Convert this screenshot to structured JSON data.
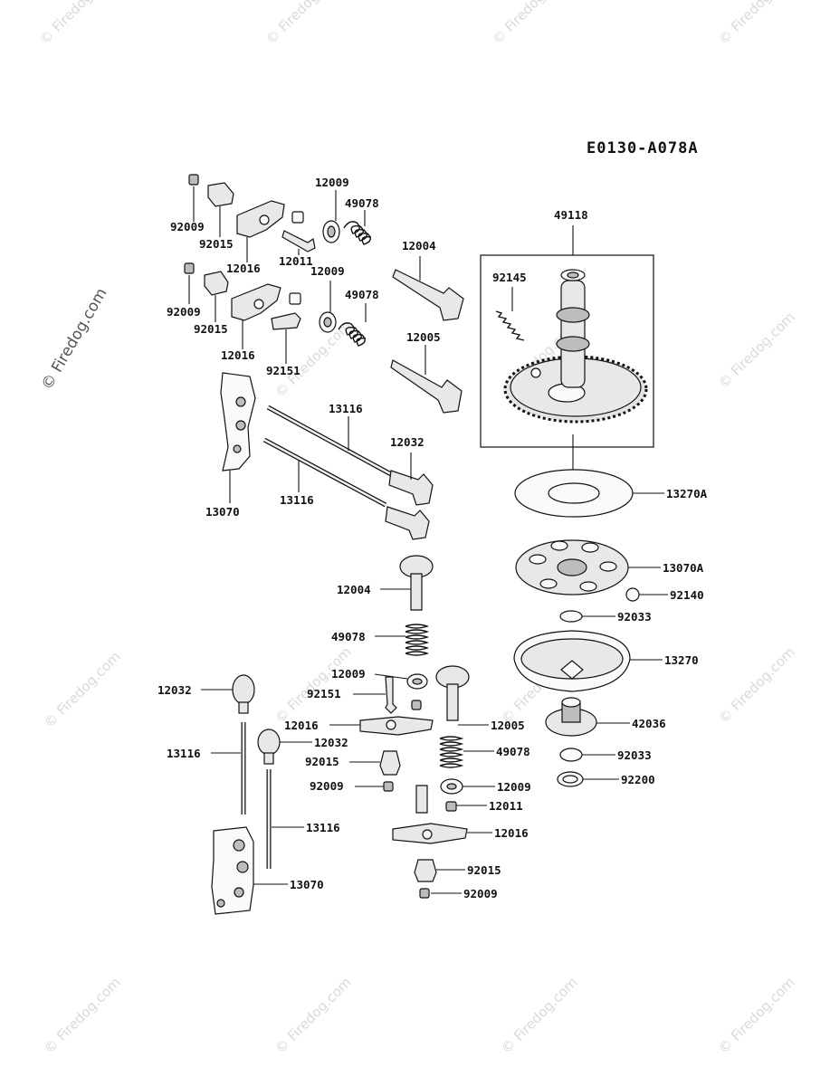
{
  "diagram": {
    "code": "E0130-A078A",
    "watermark_text": "© Firedog.com",
    "labels": {
      "p92009_a": "92009",
      "p92015_a": "92015",
      "p12016_a": "12016",
      "p12009_a": "12009",
      "p49078_a": "49078",
      "p12011_a": "12011",
      "p12004_a": "12004",
      "p12009_b": "12009",
      "p49078_b": "49078",
      "p92009_b": "92009",
      "p92015_b": "92015",
      "p12016_b": "12016",
      "p92151_a": "92151",
      "p12005_a": "12005",
      "p13116_a": "13116",
      "p12032_a": "12032",
      "p13116_b": "13116",
      "p13070_a": "13070",
      "p49118": "49118",
      "p92145": "92145",
      "p13270A": "13270A",
      "p13070A": "13070A",
      "p92140": "92140",
      "p92033_a": "92033",
      "p13270": "13270",
      "p42036": "42036",
      "p92033_b": "92033",
      "p92200": "92200",
      "p12004_b": "12004",
      "p49078_c": "49078",
      "p12009_c": "12009",
      "p92151_b": "92151",
      "p12005_b": "12005",
      "p12032_b": "12032",
      "p12016_c": "12016",
      "p12032_c": "12032",
      "p13116_c": "13116",
      "p92015_c": "92015",
      "p49078_d": "49078",
      "p92009_c": "92009",
      "p12009_d": "12009",
      "p12011_b": "12011",
      "p13116_d": "13116",
      "p12016_d": "12016",
      "p13070_b": "13070",
      "p92015_d": "92015",
      "p92009_d": "92009"
    }
  }
}
